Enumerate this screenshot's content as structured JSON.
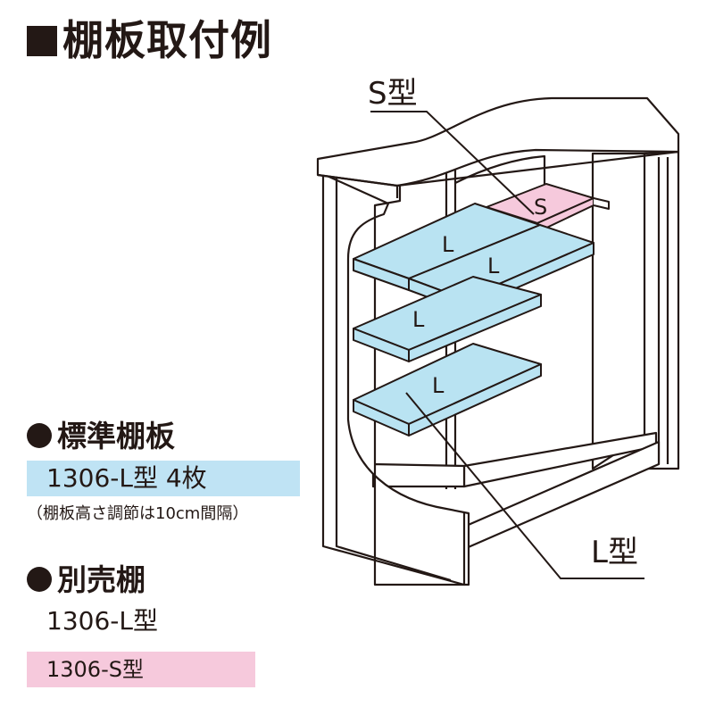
{
  "title": "棚板取付例",
  "diagram": {
    "label_s_type": "S型",
    "label_l_type": "L型",
    "shelf_s": "S",
    "shelf_l": "L"
  },
  "standard": {
    "heading": "標準棚板",
    "spec": "1306-L型 4枚",
    "note": "（棚板高さ調節は10cm間隔）"
  },
  "optional": {
    "heading": "別売棚",
    "item_l": "1306-L型",
    "item_s": "1306-S型"
  },
  "colors": {
    "l_shelf": "#b9e3f2",
    "s_shelf": "#f6c9dc",
    "band_l": "#bfe3f4",
    "band_s": "#f6c9dc",
    "ink": "#231815"
  }
}
